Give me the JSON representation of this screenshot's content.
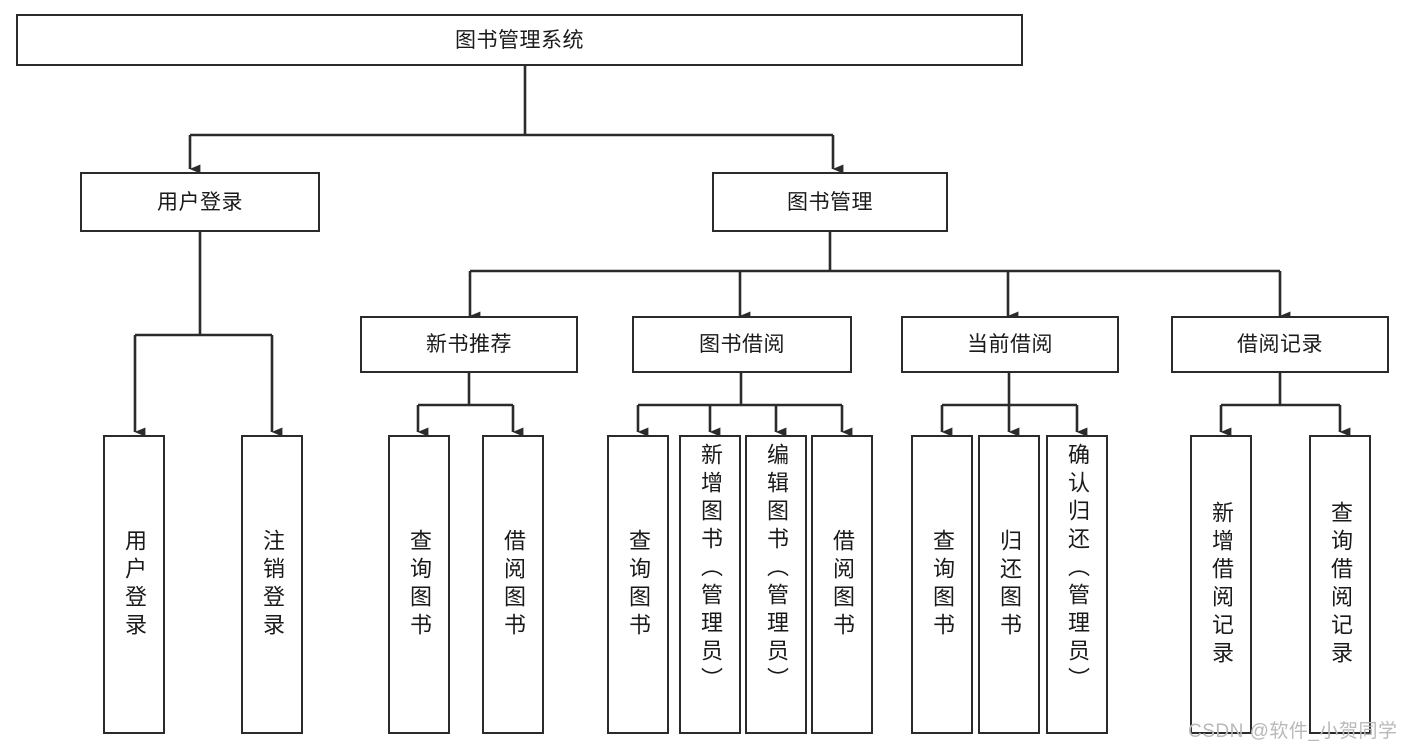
{
  "diagram": {
    "title": "图书管理系统",
    "type": "hierarchy-tree",
    "root": {
      "label": "图书管理系统"
    },
    "level2": [
      {
        "label": "用户登录"
      },
      {
        "label": "图书管理"
      }
    ],
    "level3": [
      {
        "label": "新书推荐"
      },
      {
        "label": "图书借阅"
      },
      {
        "label": "当前借阅"
      },
      {
        "label": "借阅记录"
      }
    ],
    "leaves": {
      "user_login": [
        {
          "label": "用户登录"
        },
        {
          "label": "注销登录"
        }
      ],
      "new_book_recommend": [
        {
          "label": "查询图书"
        },
        {
          "label": "借阅图书"
        }
      ],
      "book_borrow": [
        {
          "label": "查询图书"
        },
        {
          "label": "新增图书（管理员）"
        },
        {
          "label": "编辑图书（管理员）"
        },
        {
          "label": "借阅图书"
        }
      ],
      "current_borrow": [
        {
          "label": "查询图书"
        },
        {
          "label": "归还图书"
        },
        {
          "label": "确认归还（管理员）"
        }
      ],
      "borrow_record": [
        {
          "label": "新增借阅记录"
        },
        {
          "label": "查询借阅记录"
        }
      ]
    }
  },
  "watermark": {
    "text": "CSDN @软件_小贺同学"
  },
  "colors": {
    "stroke": "#2b2b2b",
    "text": "#1a1a1a",
    "background": "#ffffff",
    "watermark": "#b9b9b9"
  }
}
